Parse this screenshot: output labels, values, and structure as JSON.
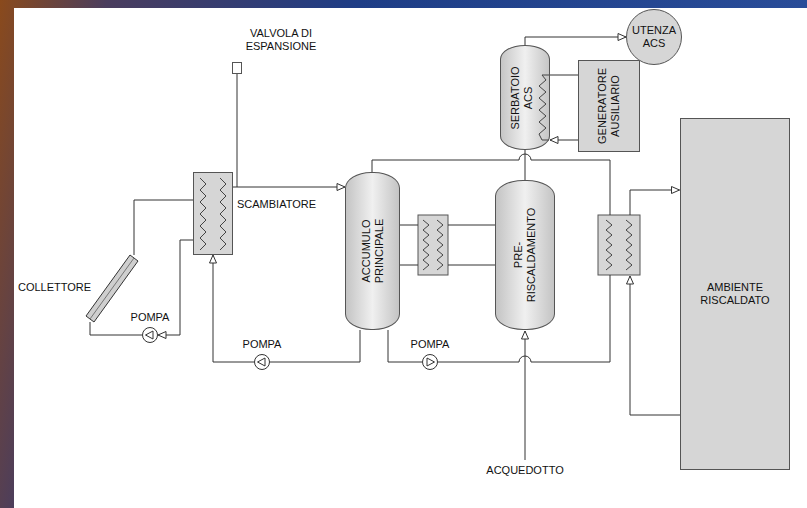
{
  "diagram": {
    "nodes": [
      {
        "text": [
          "COLLETTORE"
        ]
      },
      {
        "text": [
          "POMPA"
        ]
      },
      {
        "text": [
          "SCAMBIATORE"
        ]
      },
      {
        "text": [
          "VALVOLA DI ESPANSIONE"
        ]
      },
      {
        "text": [
          "POMPA"
        ]
      },
      {
        "text": [
          "ACCUMULO PRINCIPALE"
        ]
      },
      {
        "text": [
          "PRE- RISCALDAMENTO"
        ]
      },
      {
        "text": [
          "POMPA"
        ]
      },
      {
        "text": [
          "SERBATOIO ACS"
        ]
      },
      {
        "text": [
          "GENERATORE AUSILIARIO"
        ]
      },
      {
        "text": [
          "UTENZA ACS"
        ]
      },
      {
        "text": [
          "AMBIENTE RISCALDATO"
        ]
      }
    ],
    "edges": [
      {
        "from": 2,
        "to": 1,
        "arrow": "to"
      },
      {
        "from": 1,
        "to": 0,
        "arrow": "none"
      },
      {
        "from": 0,
        "to": 2,
        "arrow": "none"
      },
      {
        "from": 2,
        "to": 5,
        "arrow": "to"
      },
      {
        "from": 5,
        "to": 4,
        "arrow": "none"
      },
      {
        "from": 4,
        "to": 2,
        "arrow": "to"
      },
      {
        "from": 5,
        "to": 7,
        "arrow": "none"
      },
      {
        "from": 6,
        "to": 8,
        "arrow": "none"
      },
      {
        "from": 8,
        "to": 10,
        "arrow": "to"
      },
      {
        "from": 8,
        "to": 9,
        "arrow": "none"
      },
      {
        "from": 9,
        "to": 8,
        "arrow": "to"
      }
    ],
    "labels": [
      "ACQUEDOTTO"
    ]
  }
}
